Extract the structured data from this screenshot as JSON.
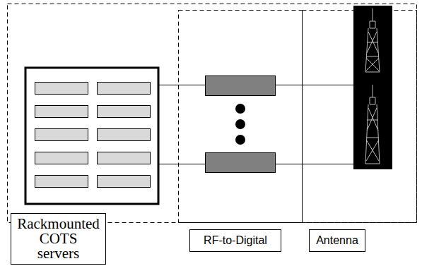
{
  "diagram": {
    "nodes": [
      {
        "text": [
          "Rackmounted COTS servers"
        ]
      },
      {
        "text": [
          "RF-to-Digital"
        ]
      },
      {
        "text": [
          "Antenna"
        ]
      }
    ]
  }
}
